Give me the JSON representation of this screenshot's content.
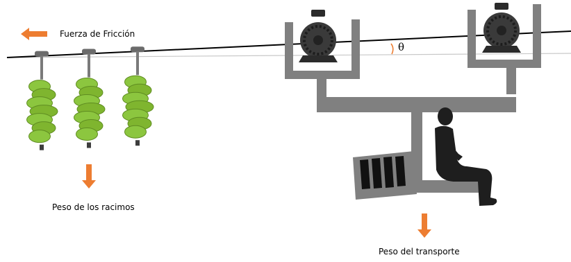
{
  "labels": {
    "friction": "Fuerza de Fricción",
    "bunch_weight": "Peso de los racimos",
    "transport_weight": "Peso del transporte",
    "angle": "θ"
  },
  "colors": {
    "arrow": "#ED7D31",
    "frame": "#808080",
    "motor": "#3a3a3a",
    "banana": "#8cc63f",
    "silhouette": "#1e1e1e",
    "cable": "#000000",
    "horizontal_line": "#c8c8c8"
  },
  "icons": {
    "friction_arrow": "arrow-left-icon",
    "weight_arrow": "arrow-down-icon",
    "motor": "electric-motor-icon",
    "person": "seated-person-icon",
    "banana": "banana-bunch-icon"
  },
  "banana_bunch_count": 3
}
